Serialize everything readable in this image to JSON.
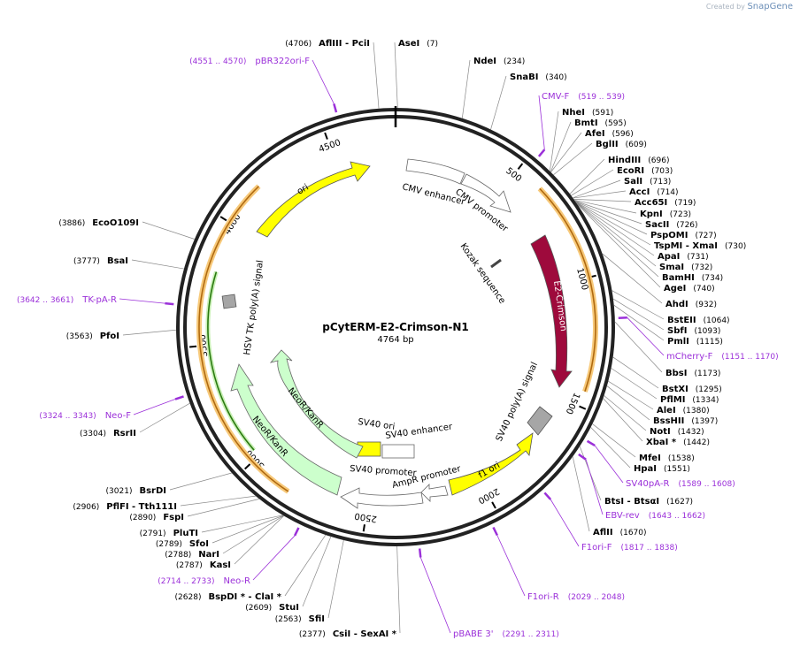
{
  "watermark": {
    "prefix": "Created by",
    "brand": "SnapGene"
  },
  "plasmid": {
    "name": "pCytERM-E2-Crimson-N1",
    "size_label": "4764 bp",
    "length": 4764
  },
  "ticks": [
    "500",
    "1000",
    "1500",
    "2000",
    "2500",
    "3000",
    "3500",
    "4000",
    "4500"
  ],
  "sites": [
    {
      "name": "AflIII  -  PciI",
      "pos": "(4706)",
      "side": "top"
    },
    {
      "name": "AseI",
      "pos": "(7)",
      "side": "top"
    },
    {
      "name": "NdeI",
      "pos": "(234)"
    },
    {
      "name": "SnaBI",
      "pos": "(340)"
    },
    {
      "name": "NheI",
      "pos": "(591)"
    },
    {
      "name": "BmtI",
      "pos": "(595)"
    },
    {
      "name": "AfeI",
      "pos": "(596)"
    },
    {
      "name": "BglII",
      "pos": "(609)"
    },
    {
      "name": "HindIII",
      "pos": "(696)"
    },
    {
      "name": "EcoRI",
      "pos": "(703)"
    },
    {
      "name": "SalI",
      "pos": "(713)"
    },
    {
      "name": "AccI",
      "pos": "(714)"
    },
    {
      "name": "Acc65I",
      "pos": "(719)"
    },
    {
      "name": "KpnI",
      "pos": "(723)"
    },
    {
      "name": "SacII",
      "pos": "(726)"
    },
    {
      "name": "PspOMI",
      "pos": "(727)"
    },
    {
      "name": "TspMI  -  XmaI",
      "pos": "(730)"
    },
    {
      "name": "ApaI",
      "pos": "(731)"
    },
    {
      "name": "SmaI",
      "pos": "(732)"
    },
    {
      "name": "BamHI",
      "pos": "(734)"
    },
    {
      "name": "AgeI",
      "pos": "(740)"
    },
    {
      "name": "AhdI",
      "pos": "(932)"
    },
    {
      "name": "BstEII",
      "pos": "(1064)"
    },
    {
      "name": "SbfI",
      "pos": "(1093)"
    },
    {
      "name": "PmlI",
      "pos": "(1115)"
    },
    {
      "name": "BbsI",
      "pos": "(1173)"
    },
    {
      "name": "BstXI",
      "pos": "(1295)"
    },
    {
      "name": "PflMI",
      "pos": "(1334)"
    },
    {
      "name": "AleI",
      "pos": "(1380)"
    },
    {
      "name": "BssHII",
      "pos": "(1397)"
    },
    {
      "name": "NotI",
      "pos": "(1432)"
    },
    {
      "name": "XbaI *",
      "pos": "(1442)"
    },
    {
      "name": "MfeI",
      "pos": "(1538)"
    },
    {
      "name": "HpaI",
      "pos": "(1551)"
    },
    {
      "name": "BtsI  -  BtsαI",
      "pos": "(1627)"
    },
    {
      "name": "AflII",
      "pos": "(1670)"
    },
    {
      "name": "CsiI  -  SexAI *",
      "pos": "(2377)"
    },
    {
      "name": "SfiI",
      "pos": "(2563)"
    },
    {
      "name": "StuI",
      "pos": "(2609)"
    },
    {
      "name": "BspDI *  -  ClaI *",
      "pos": "(2628)"
    },
    {
      "name": "KasI",
      "pos": "(2787)"
    },
    {
      "name": "NarI",
      "pos": "(2788)"
    },
    {
      "name": "SfoI",
      "pos": "(2789)"
    },
    {
      "name": "PluTI",
      "pos": "(2791)"
    },
    {
      "name": "FspI",
      "pos": "(2890)"
    },
    {
      "name": "PflFI  -  Tth111I",
      "pos": "(2906)"
    },
    {
      "name": "BsrDI",
      "pos": "(3021)"
    },
    {
      "name": "RsrII",
      "pos": "(3304)"
    },
    {
      "name": "PfoI",
      "pos": "(3563)"
    },
    {
      "name": "BsaI",
      "pos": "(3777)"
    },
    {
      "name": "EcoO109I",
      "pos": "(3886)"
    }
  ],
  "primers": [
    {
      "name": "pBR322ori-F",
      "range": "(4551 .. 4570)"
    },
    {
      "name": "CMV-F",
      "range": "(519 .. 539)"
    },
    {
      "name": "mCherry-F",
      "range": "(1151 .. 1170)"
    },
    {
      "name": "SV40pA-R",
      "range": "(1589 .. 1608)"
    },
    {
      "name": "EBV-rev",
      "range": "(1643 .. 1662)"
    },
    {
      "name": "F1ori-F",
      "range": "(1817 .. 1838)"
    },
    {
      "name": "F1ori-R",
      "range": "(2029 .. 2048)"
    },
    {
      "name": "pBABE 3'",
      "range": "(2291 .. 2311)"
    },
    {
      "name": "Neo-R",
      "range": "(2714 .. 2733)"
    },
    {
      "name": "Neo-F",
      "range": "(3324 .. 3343)"
    },
    {
      "name": "TK-pA-R",
      "range": "(3642 .. 3661)"
    }
  ],
  "features": [
    {
      "name": "CMV enhancer",
      "color": "#ffffff"
    },
    {
      "name": "CMV promoter",
      "color": "#ffffff"
    },
    {
      "name": "Kozak sequence",
      "color": "#ffffff"
    },
    {
      "name": "E2-Crimson",
      "color": "#9e0a3c"
    },
    {
      "name": "SV40 poly(A) signal",
      "color": "#a6a6a6"
    },
    {
      "name": "f1 ori",
      "color": "#ffff00"
    },
    {
      "name": "AmpR promoter",
      "color": "#ffffff"
    },
    {
      "name": "SV40 promoter",
      "color": "#ffffff"
    },
    {
      "name": "SV40 ori",
      "color": "#ffff00"
    },
    {
      "name": "SV40 enhancer",
      "color": "#ffffff"
    },
    {
      "name": "NeoR/KanR",
      "color": "#ccffcc"
    },
    {
      "name": "HSV TK poly(A) signal",
      "color": "#a6a6a6"
    },
    {
      "name": "ori",
      "color": "#ffff00"
    }
  ],
  "colors": {
    "primer": "#9b30d9",
    "orf": "#f0a030",
    "backbone": "#222222",
    "orf_green": "#3a8a1a"
  }
}
